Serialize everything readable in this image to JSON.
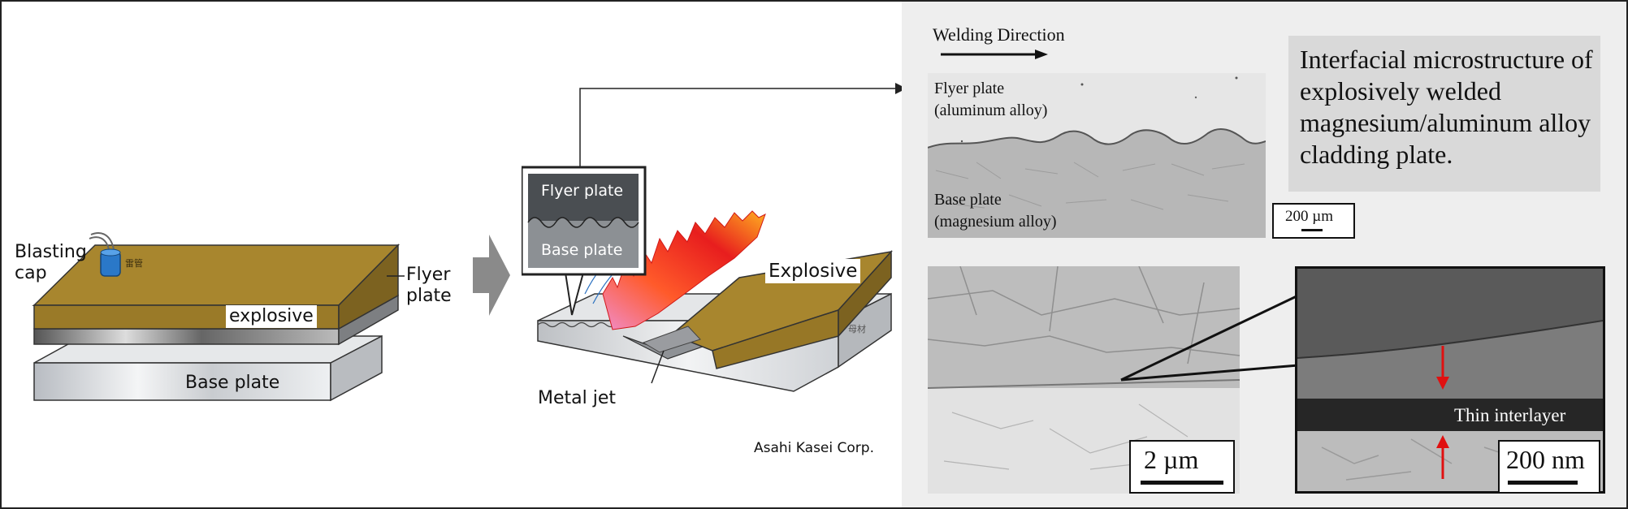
{
  "left_diagram": {
    "blasting_cap": "Blasting\ncap",
    "cap_marking": "雷管",
    "explosive": "explosive",
    "flyer_plate": "Flyer\nplate",
    "base_plate": "Base plate"
  },
  "middle_diagram": {
    "inset_flyer": "Flyer plate",
    "inset_base": "Base plate",
    "explosive": "Explosive",
    "metal_jet": "Metal jet",
    "plate_marking": "母材",
    "credit": "Asahi Kasei Corp."
  },
  "micrographs": {
    "welding_direction": "Welding Direction",
    "flyer_plate": "Flyer plate\n(aluminum alloy)",
    "base_plate": "Base plate\n(magnesium alloy)",
    "scale_optical": "200 µm",
    "scale_tem_low": "2 µm",
    "scale_tem_high": "200 nm",
    "thin_interlayer": "Thin interlayer",
    "caption": "Interfacial microstructure of explosively welded magnesium/aluminum alloy cladding plate."
  },
  "colors": {
    "explosive": "#a8862e",
    "explosive_dark": "#8a6d22",
    "steel": "#cfd2d6",
    "arrow_gray": "#8a8a8a",
    "red_arrow": "#e01010",
    "caption_bg": "#d9d9d9",
    "panel_bg": "#eeeeee"
  }
}
